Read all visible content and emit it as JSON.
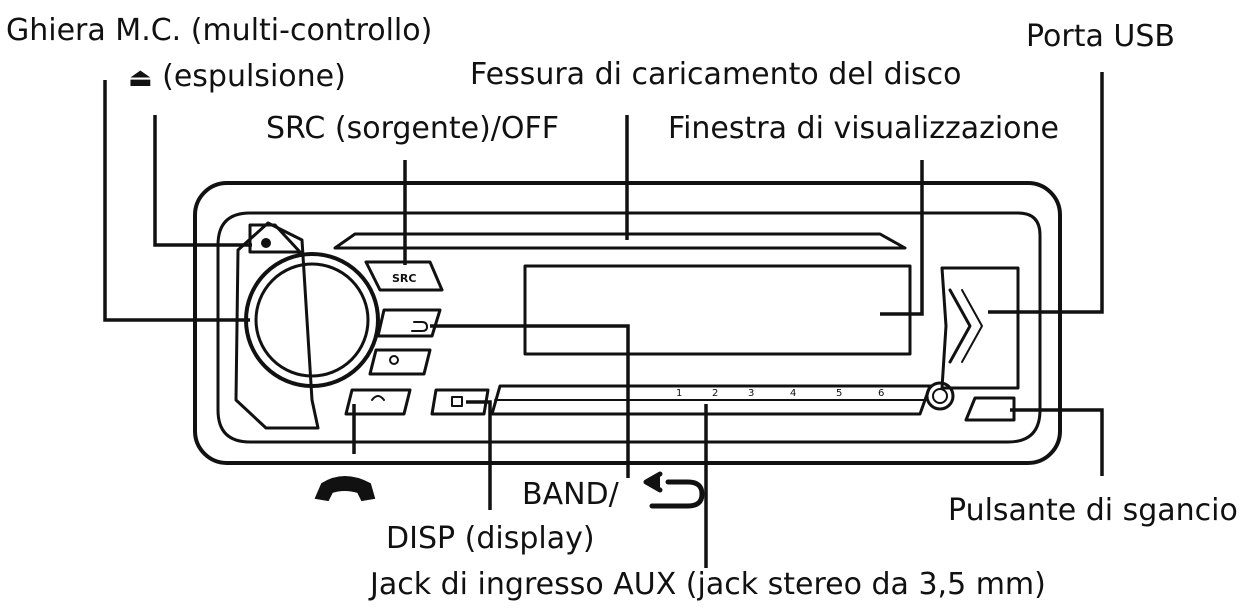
{
  "labels": {
    "mc_dial": "Ghiera M.C. (multi-controllo)",
    "eject": "(espulsione)",
    "eject_icon": "eject-icon",
    "disc_slot": "Fessura di caricamento del disco",
    "src": "SRC (sorgente)/OFF",
    "display_window": "Finestra di visualizzazione",
    "usb_port": "Porta USB",
    "phone_icon": "phone-icon",
    "band": "BAND/",
    "back_icon": "back-arrow-icon",
    "disp": "DISP (display)",
    "aux_jack": "Jack di ingresso AUX (jack stereo da 3,5 mm)",
    "release": "Pulsante di sgancio"
  },
  "unit": {
    "src_button": "SRC",
    "preset_buttons": [
      "1",
      "2",
      "3",
      "4",
      "5",
      "6"
    ],
    "colors": {
      "line": "#111111",
      "panel_fill": "#ffffff",
      "label": "#111111"
    }
  }
}
